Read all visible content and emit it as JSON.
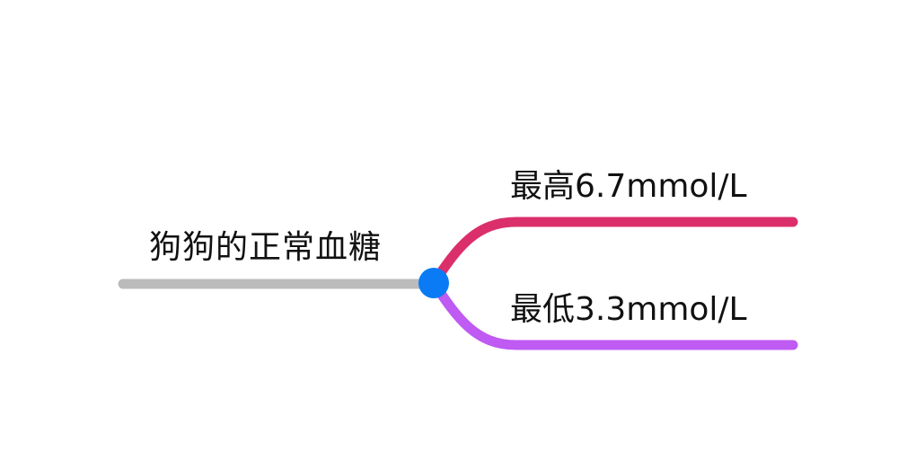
{
  "mindmap": {
    "root": {
      "label": "狗狗的正常血糖",
      "line_color": "#BBBBBB",
      "node_color": "#0A7BF5"
    },
    "children": [
      {
        "label": "最高6.7mmol/L",
        "color": "#DB2F6B"
      },
      {
        "label": "最低3.3mmol/L",
        "color": "#BF5AF2"
      }
    ]
  }
}
